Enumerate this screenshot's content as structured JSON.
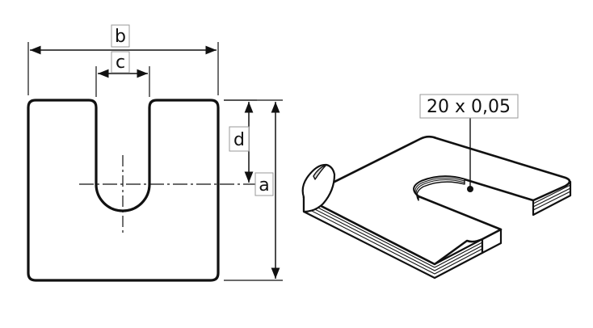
{
  "dimensions": {
    "a": "a",
    "b": "b",
    "c": "c",
    "d": "d"
  },
  "callout": {
    "text": "20 x 0,05"
  },
  "colors": {
    "stroke": "#111111",
    "label_box": "#9a9a9a"
  }
}
